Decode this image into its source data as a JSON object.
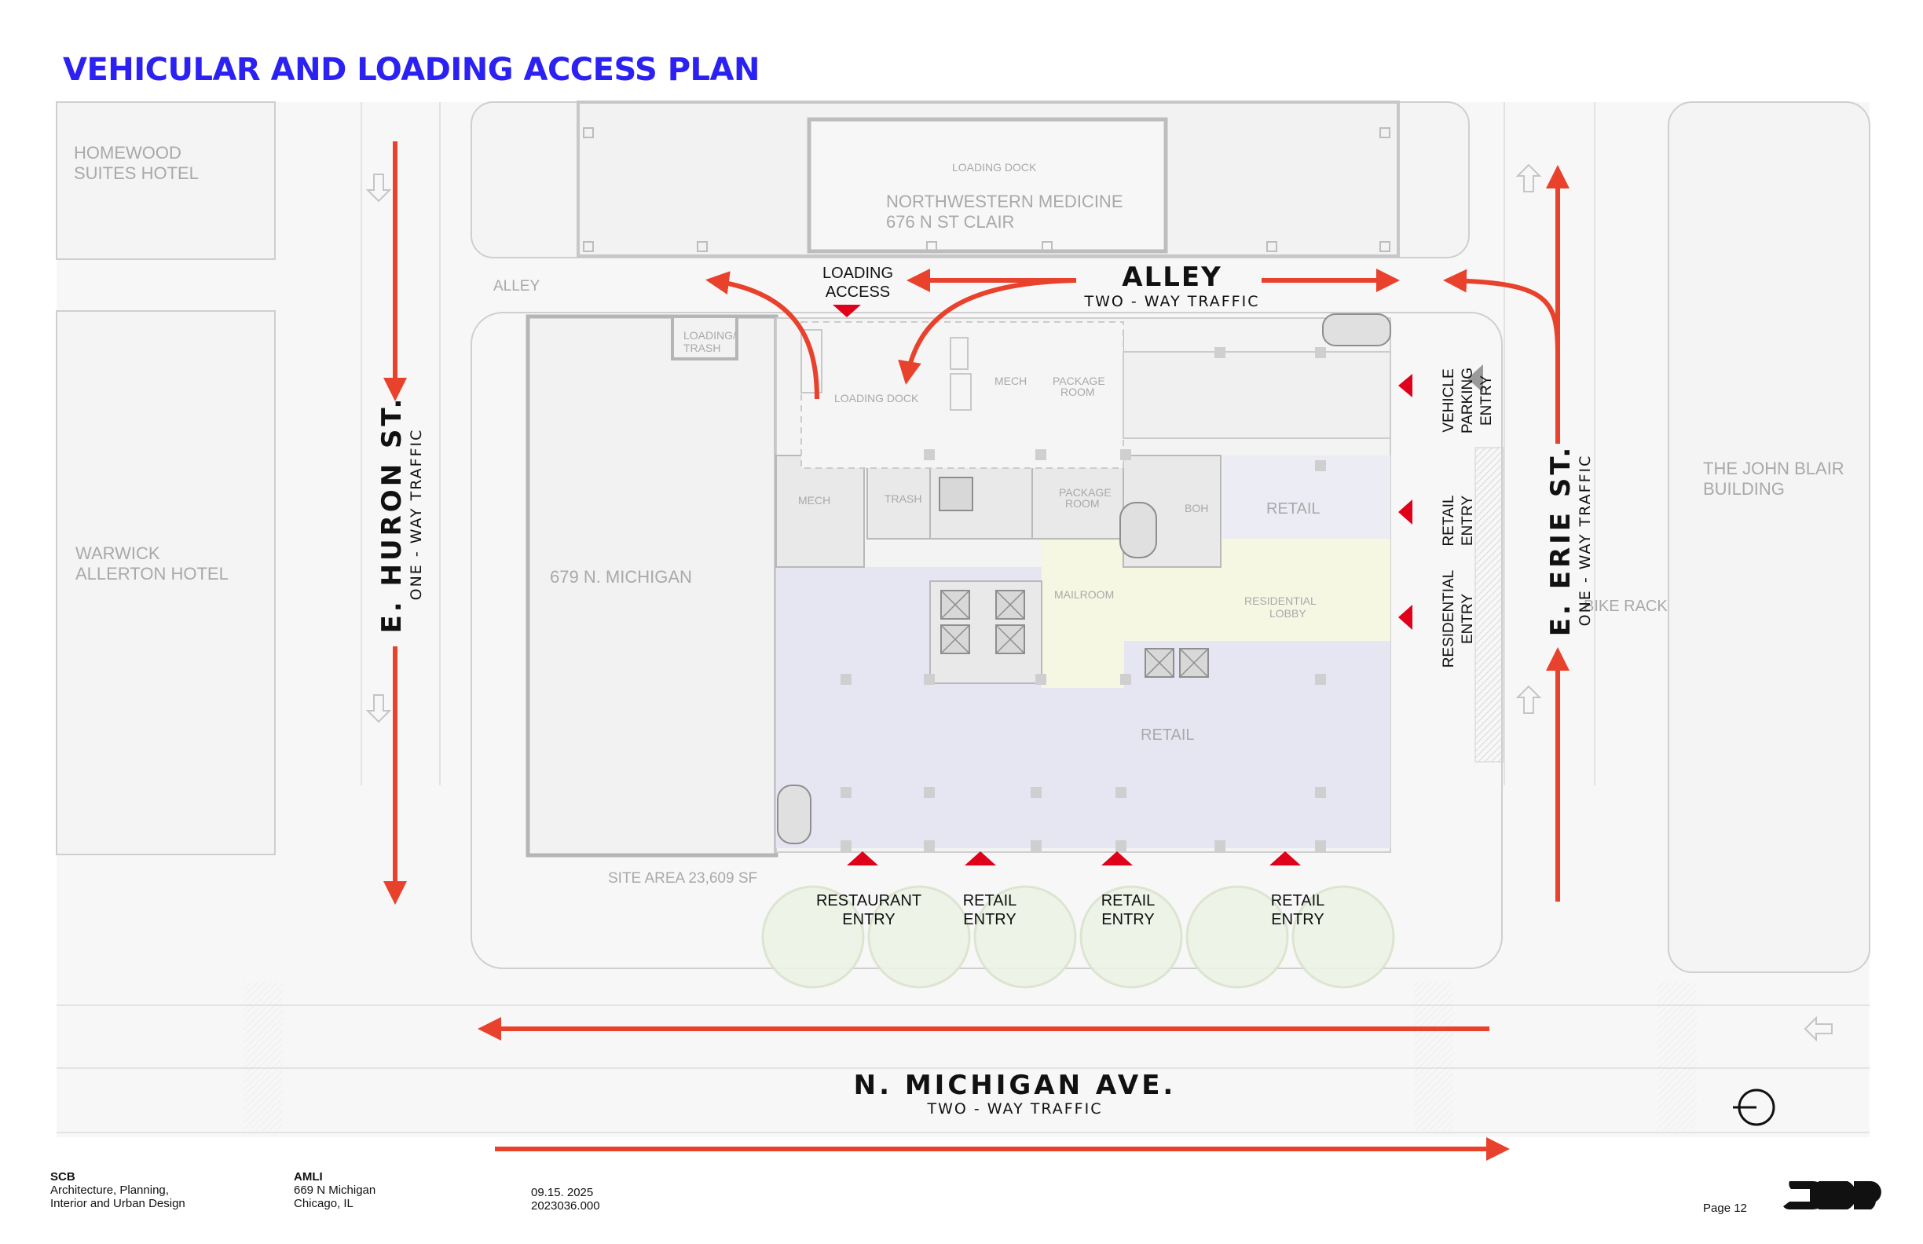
{
  "title": "VEHICULAR AND LOADING ACCESS PLAN",
  "colors": {
    "accent": "#2b21f2",
    "arrow": "#e8412c",
    "entry_marker": "#e0001a",
    "building_gray": "#e9e9e9",
    "retail_fill": "#e4e4f2",
    "lobby_fill": "#f6f7e2"
  },
  "streets": {
    "huron": {
      "name": "E. HURON ST.",
      "traffic": "ONE - WAY TRAFFIC"
    },
    "erie": {
      "name": "E. ERIE ST.",
      "traffic": "ONE - WAY TRAFFIC"
    },
    "michigan": {
      "name": "N. MICHIGAN AVE.",
      "traffic": "TWO - WAY TRAFFIC"
    },
    "alley": {
      "name": "ALLEY",
      "traffic": "TWO - WAY TRAFFIC",
      "small_label": "ALLEY"
    }
  },
  "neighbors": {
    "homewood_1": "HOMEWOOD",
    "homewood_2": "SUITES HOTEL",
    "warwick_1": "WARWICK",
    "warwick_2": "ALLERTON HOTEL",
    "northwestern_1": "NORTHWESTERN MEDICINE",
    "northwestern_2": "676 N ST CLAIR",
    "northwestern_dock": "LOADING DOCK",
    "michigan_679": "679 N. MICHIGAN",
    "blair_1": "THE JOHN BLAIR",
    "blair_2": "BUILDING"
  },
  "rooms": {
    "loading_trash_1": "LOADING/",
    "loading_trash_2": "TRASH",
    "loading_dock": "LOADING DOCK",
    "mech_top": "MECH",
    "package_1": "PACKAGE",
    "package_2": "ROOM",
    "mech_left": "MECH",
    "trash": "TRASH",
    "package_room2_1": "PACKAGE",
    "package_room2_2": "ROOM",
    "boh": "BOH",
    "retail_ne": "RETAIL",
    "mailroom": "MAILROOM",
    "res_lobby_1": "RESIDENTIAL",
    "res_lobby_2": "LOBBY",
    "retail_main": "RETAIL",
    "site_area": "SITE AREA 23,609 SF",
    "bike_rack": "BIKE RACK"
  },
  "entries": {
    "loading_access_1": "LOADING",
    "loading_access_2": "ACCESS",
    "vehicle_1": "VEHICLE",
    "vehicle_2": "PARKING",
    "vehicle_3": "ENTRY",
    "retail_e_1": "RETAIL",
    "retail_e_2": "ENTRY",
    "residential_1": "RESIDENTIAL",
    "residential_2": "ENTRY",
    "restaurant_1": "RESTAURANT",
    "restaurant_2": "ENTRY",
    "retail_s1_1": "RETAIL",
    "retail_s1_2": "ENTRY",
    "retail_s2_1": "RETAIL",
    "retail_s2_2": "ENTRY",
    "retail_s3_1": "RETAIL",
    "retail_s3_2": "ENTRY"
  },
  "footer": {
    "firm": "SCB",
    "firm_desc_1": "Architecture, Planning,",
    "firm_desc_2": "Interior and Urban Design",
    "client": "AMLI",
    "address_1": "669 N Michigan",
    "address_2": "Chicago, IL",
    "date": "09.15. 2025",
    "project_no": "2023036.000",
    "page": "Page 12"
  },
  "icons": {
    "north": "north-arrow-icon",
    "logo": "scb-logo"
  }
}
